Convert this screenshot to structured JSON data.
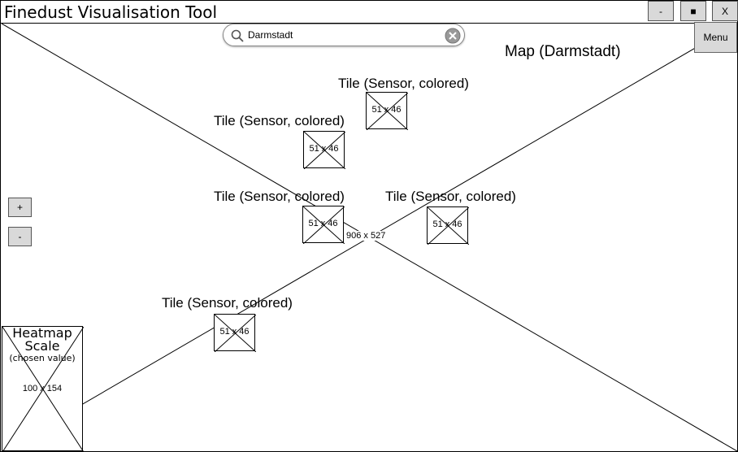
{
  "window": {
    "title": "Finedust Visualisation Tool",
    "minimize_label": "-",
    "maximize_label": "■",
    "close_label": "X"
  },
  "search": {
    "value": "Darmstadt",
    "icon": "search-icon",
    "clear_icon": "clear-icon"
  },
  "map": {
    "title": "Map (Darmstadt)",
    "size_label": "906 x 527"
  },
  "menu": {
    "label": "Menu"
  },
  "zoom": {
    "in_label": "+",
    "out_label": "-"
  },
  "tiles": [
    {
      "label": "Tile (Sensor, colored)",
      "size": "51 x 46"
    },
    {
      "label": "Tile (Sensor, colored)",
      "size": "51 x 46"
    },
    {
      "label": "Tile (Sensor, colored)",
      "size": "51 x 46"
    },
    {
      "label": "Tile (Sensor, colored)",
      "size": "51 x 46"
    },
    {
      "label": "Tile (Sensor, colored)",
      "size": "51 x 46"
    }
  ],
  "heatmap": {
    "title_line1": "Heatmap",
    "title_line2": "Scale",
    "subtitle": "(chosen value)",
    "size": "100 x 154"
  }
}
